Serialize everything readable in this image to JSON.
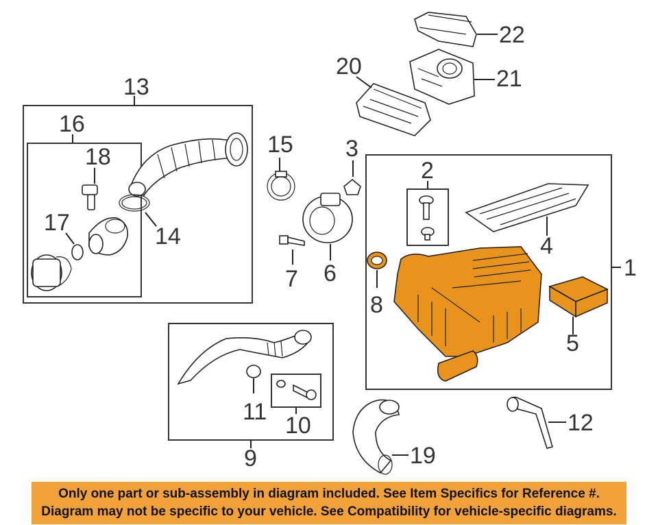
{
  "callouts": {
    "c1": "1",
    "c2": "2",
    "c3": "3",
    "c4": "4",
    "c5": "5",
    "c6": "6",
    "c7": "7",
    "c8": "8",
    "c9": "9",
    "c10": "10",
    "c11": "11",
    "c12": "12",
    "c13": "13",
    "c14": "14",
    "c15": "15",
    "c16": "16",
    "c17": "17",
    "c18": "18",
    "c19": "19",
    "c20": "20",
    "c21": "21",
    "c22": "22"
  },
  "colors": {
    "highlight": "#E8941C",
    "banner": "#F2A23A",
    "line": "#222222"
  },
  "disclaimer": {
    "line1": "Only one part or sub-assembly in diagram included. See Item Specifics for Reference #.",
    "line2": "Diagram may not be specific to your vehicle. See Compatibility for vehicle-specific diagrams."
  }
}
